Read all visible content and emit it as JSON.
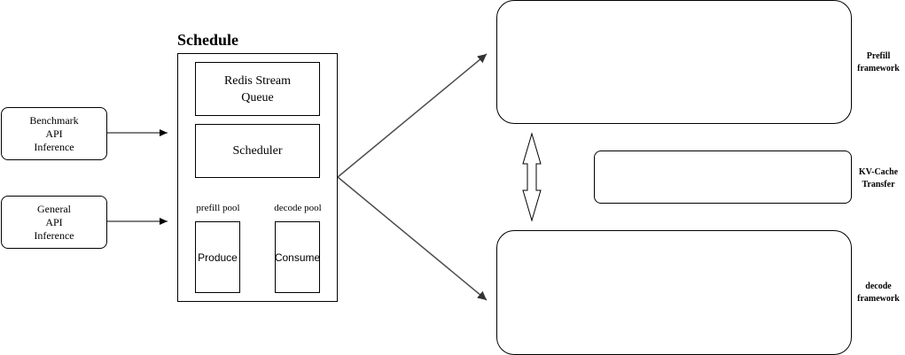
{
  "inputs": {
    "benchmark": [
      "Benchmark",
      "API",
      "Inference"
    ],
    "general": [
      "General",
      "API",
      "Inference"
    ]
  },
  "schedule": {
    "title": "Schedule",
    "queue": [
      "Redis Stream",
      "Queue"
    ],
    "scheduler": "Scheduler",
    "prefill_pool_label": "prefill pool",
    "decode_pool_label": "decode pool",
    "produce": "Produce",
    "consume": "Consume"
  },
  "frameworks": {
    "prefill": [
      "Prefill",
      "framework"
    ],
    "kv_cache": [
      "KV-Cache",
      "Transfer"
    ],
    "decode": [
      "decode",
      "framework"
    ]
  }
}
